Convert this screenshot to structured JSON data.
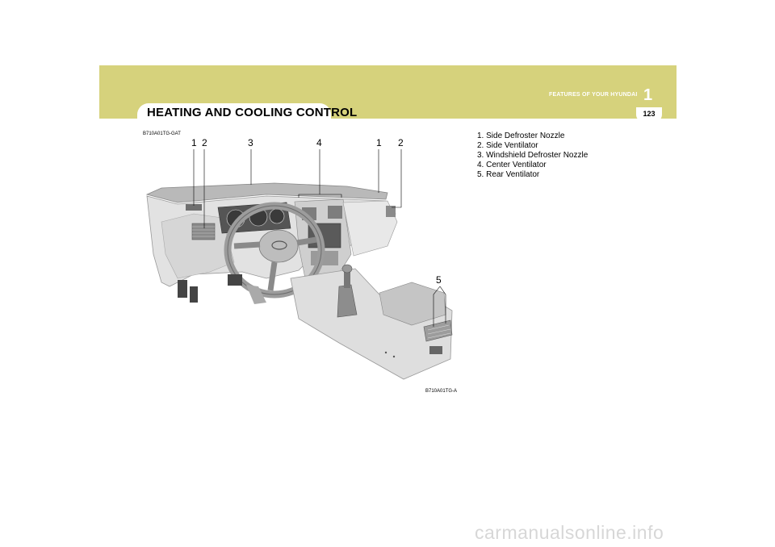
{
  "header": {
    "chapter_name": "FEATURES OF YOUR HYUNDAI",
    "chapter_number": "1",
    "page_number": "123",
    "section_title": "HEATING AND COOLING CONTROL",
    "band_color": "#d6d27c"
  },
  "figure": {
    "code_top": "B710A01TG-GAT",
    "code_bottom": "B710A01TG-A",
    "callouts": [
      "1",
      "2",
      "3",
      "4",
      "1",
      "2",
      "5"
    ]
  },
  "legend": [
    "1. Side Defroster Nozzle",
    "2. Side Ventilator",
    "3. Windshield Defroster Nozzle",
    "4. Center Ventilator",
    "5. Rear Ventilator"
  ],
  "watermark": "carmanualsonline.info"
}
